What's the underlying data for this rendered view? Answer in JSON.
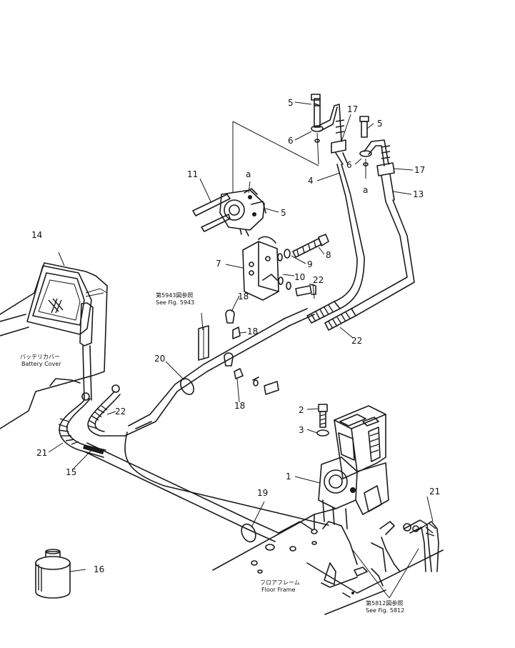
{
  "callouts": {
    "c1": "1",
    "c2": "2",
    "c3": "3",
    "c4": "4",
    "c5a": "5",
    "c5b": "5",
    "c5c": "5",
    "c6a": "6",
    "c6b": "6",
    "c7": "7",
    "c8": "8",
    "c9": "9",
    "c10": "10",
    "c11": "11",
    "c13": "13",
    "c14": "14",
    "c15": "15",
    "c16": "16",
    "c17a": "17",
    "c17b": "17",
    "c18a": "18",
    "c18b": "18",
    "c18c": "18",
    "c19": "19",
    "c20": "20",
    "c21a": "21",
    "c21b": "21",
    "c22a": "22",
    "c22b": "22",
    "c22c": "22",
    "a1": "a",
    "a2": "a"
  },
  "notes": {
    "battery_cover_jp": "バッテリカバー",
    "battery_cover_en": "Battery Cover",
    "fig5943_jp": "第5943図参照",
    "fig5943_en": "See Fig. 5943",
    "floor_frame_jp": "フロアフレーム",
    "floor_frame_en": "Floor Frame",
    "fig5812_jp": "第5812図参照",
    "fig5812_en": "See Fig. 5812"
  }
}
